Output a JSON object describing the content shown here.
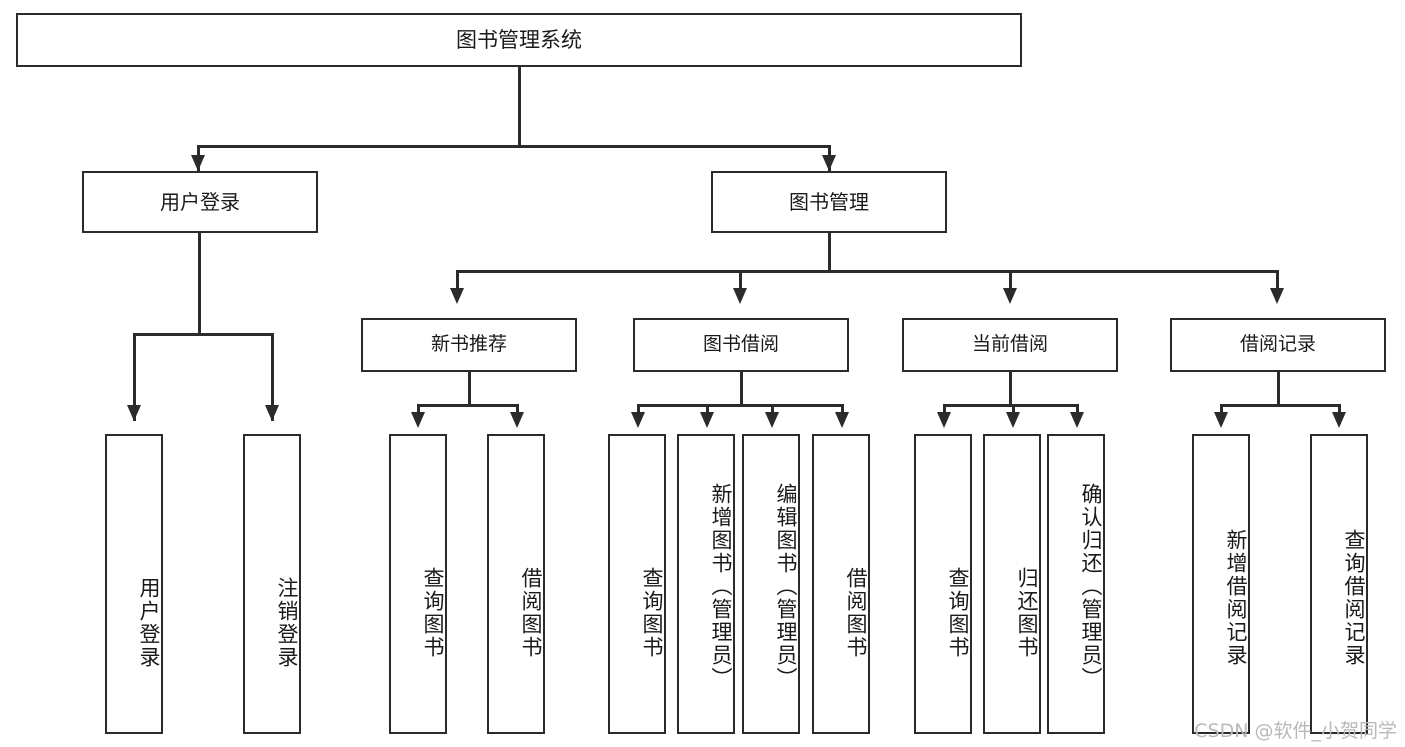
{
  "diagram": {
    "title": "图书管理系统",
    "watermark": "CSDN @软件_小贺同学",
    "colors": {
      "line": "#2b2b2b",
      "box_border": "#2b2b2b",
      "box_fill": "#ffffff",
      "text": "#1a1a1a",
      "watermark": "#b9b9b9",
      "background": "#ffffff"
    },
    "root": {
      "label": "图书管理系统"
    },
    "level2": [
      {
        "label": "用户登录"
      },
      {
        "label": "图书管理"
      }
    ],
    "level3": [
      {
        "label": "新书推荐"
      },
      {
        "label": "图书借阅"
      },
      {
        "label": "当前借阅"
      },
      {
        "label": "借阅记录"
      }
    ],
    "leaves": {
      "user_login": [
        {
          "label": "用户登录"
        },
        {
          "label": "注销登录"
        }
      ],
      "new_book_recommend": [
        {
          "label": "查询图书"
        },
        {
          "label": "借阅图书"
        }
      ],
      "book_borrow": [
        {
          "label": "查询图书"
        },
        {
          "label": "新增图书（管理员）"
        },
        {
          "label": "编辑图书（管理员）"
        },
        {
          "label": "借阅图书"
        }
      ],
      "current_borrow": [
        {
          "label": "查询图书"
        },
        {
          "label": "归还图书"
        },
        {
          "label": "确认归还（管理员）"
        }
      ],
      "borrow_record": [
        {
          "label": "新增借阅记录"
        },
        {
          "label": "查询借阅记录"
        }
      ]
    }
  }
}
